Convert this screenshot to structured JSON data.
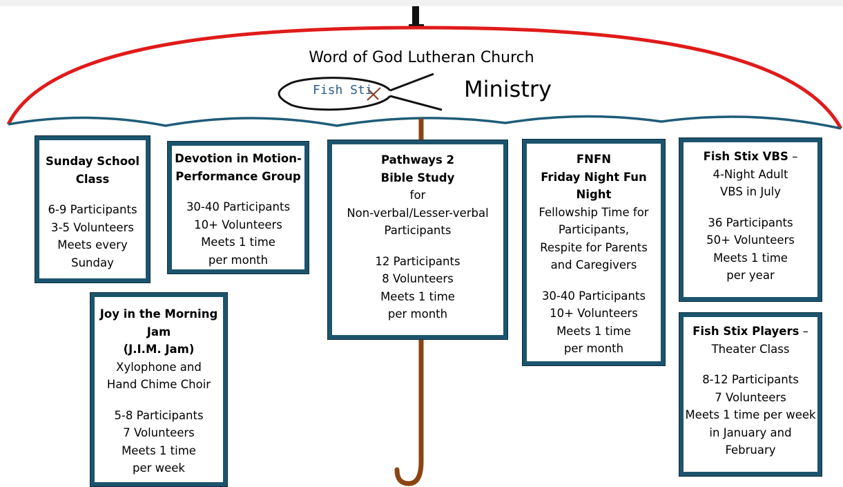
{
  "header": {
    "church_name": "Word of God Lutheran Church",
    "logo_text": "Fish Sti",
    "ministry_label": "Ministry"
  },
  "colors": {
    "canopy": "#e01b1b",
    "ribs": "#1f5c78",
    "shaft": "#8b4513",
    "box_border": "#1c546e",
    "logo_text": "#2f5d8c"
  },
  "boxes": {
    "sunday_school": {
      "title": [
        "Sunday School",
        "Class"
      ],
      "lines": [
        "6-9 Participants",
        "3-5 Volunteers",
        "Meets every",
        "Sunday"
      ]
    },
    "devotion": {
      "title": [
        "Devotion in Motion-",
        "Performance Group"
      ],
      "lines": [
        "30-40 Participants",
        "10+ Volunteers",
        "Meets 1 time",
        "per month"
      ]
    },
    "pathways": {
      "title": [
        "Pathways 2",
        "Bible Study"
      ],
      "intro": [
        "for",
        "Non-verbal/Lesser-verbal",
        "Participants"
      ],
      "lines": [
        "12 Participants",
        "8 Volunteers",
        "Meets 1 time",
        "per month"
      ]
    },
    "fnfn": {
      "title": [
        "FNFN",
        "Friday Night Fun",
        "Night"
      ],
      "intro": [
        "Fellowship Time for",
        "Participants,",
        "Respite for Parents",
        "and Caregivers"
      ],
      "lines": [
        "30-40 Participants",
        "10+ Volunteers",
        "Meets 1 time",
        "per month"
      ]
    },
    "vbs": {
      "title_bold": "Fish Stix VBS",
      "title_rest": " –",
      "intro": [
        "4-Night Adult",
        "VBS in July"
      ],
      "lines": [
        "36 Participants",
        "50+ Volunteers",
        "Meets 1 time",
        "per year"
      ]
    },
    "jim_jam": {
      "title": [
        "Joy in the Morning",
        "Jam",
        "(J.I.M. Jam)"
      ],
      "intro": [
        "Xylophone and",
        "Hand Chime Choir"
      ],
      "lines": [
        "5-8 Participants",
        "7 Volunteers",
        "Meets 1 time",
        "per week"
      ]
    },
    "players": {
      "title_bold": "Fish Stix Players",
      "title_rest": " –",
      "intro": [
        "Theater Class"
      ],
      "lines": [
        "8-12 Participants",
        "7 Volunteers",
        "Meets 1 time per week",
        "in January and",
        "February"
      ]
    }
  }
}
